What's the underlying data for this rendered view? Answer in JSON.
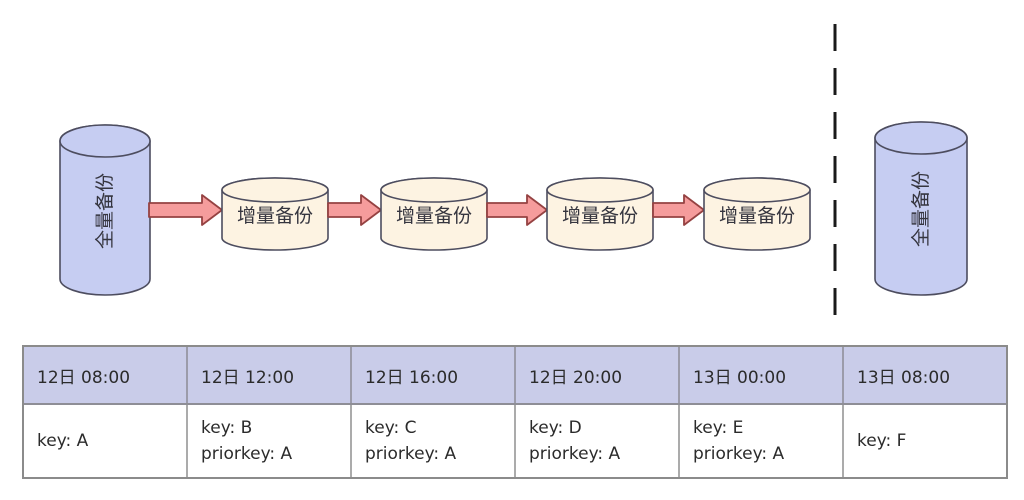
{
  "diagram": {
    "full_backup_left": {
      "label": "全量备份"
    },
    "full_backup_right": {
      "label": "全量备份"
    },
    "incrementals": [
      {
        "label": "增量备份"
      },
      {
        "label": "增量备份"
      },
      {
        "label": "增量备份"
      },
      {
        "label": "增量备份"
      }
    ],
    "colors": {
      "full_fill": "#c6cdf2",
      "incremental_fill": "#fdf3e2",
      "outline": "#4d4d5f",
      "arrow_fill": "#f59c9c",
      "arrow_outline": "#954242",
      "divider_line": "#1a1a1a",
      "label_text": "#35353f"
    }
  },
  "table": {
    "header_bg": "#c9cce9",
    "border_color": "#8b8b8b",
    "columns": [
      {
        "header": "12日 08:00",
        "line1": "key: A",
        "line2": ""
      },
      {
        "header": "12日 12:00",
        "line1": "key: B",
        "line2": "priorkey: A"
      },
      {
        "header": "12日 16:00",
        "line1": "key: C",
        "line2": "priorkey: A"
      },
      {
        "header": "12日 20:00",
        "line1": "key: D",
        "line2": "priorkey: A"
      },
      {
        "header": "13日 00:00",
        "line1": "key: E",
        "line2": "priorkey: A"
      },
      {
        "header": "13日 08:00",
        "line1": "key: F",
        "line2": ""
      }
    ]
  }
}
